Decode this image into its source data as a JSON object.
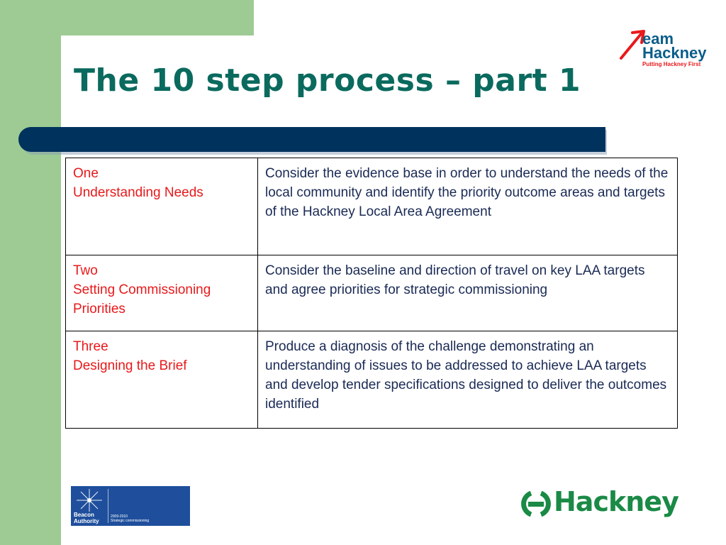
{
  "slide": {
    "title": "The 10 step process – part 1"
  },
  "steps": [
    {
      "number": "One",
      "name": "Understanding Needs",
      "description": "Consider the evidence base in order to understand the needs of the local community and identify the priority outcome areas and targets of the Hackney Local Area Agreement"
    },
    {
      "number": "Two",
      "name": "Setting Commissioning Priorities",
      "description": "Consider the baseline and direction of travel on key LAA targets and agree priorities for strategic commissioning"
    },
    {
      "number": "Three",
      "name": "Designing the Brief",
      "description": "Produce a diagnosis of the challenge demonstrating an understanding of issues to be addressed to achieve LAA targets and develop tender specifications designed to deliver the outcomes identified"
    }
  ],
  "logos": {
    "team_line1": "eam",
    "team_line2": "Hackney",
    "team_tagline": "Putting Hackney First",
    "beacon_name": "Beacon Authority",
    "beacon_year": "2009-2010",
    "beacon_theme": "Strategic commissioning",
    "hackney_word": "Hackney"
  },
  "colors": {
    "title": "#0a6a5e",
    "step_label": "#e8191b",
    "step_text": "#1a2a55",
    "accent_bar": "#00325e",
    "side_band": "#9dcb93",
    "hackney_green": "#1a8a46"
  }
}
